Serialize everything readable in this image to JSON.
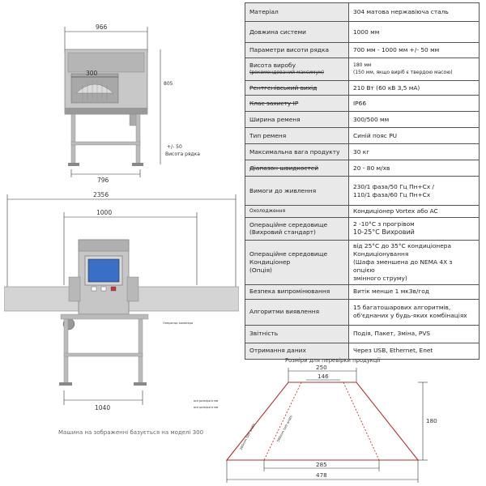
{
  "spec_rows": [
    {
      "label": "Матеріал",
      "value": "304 матова нержавіюча сталь"
    },
    {
      "label": "Довжина системи",
      "value": "1000 мм"
    },
    {
      "label": "Параметри висоти рядка",
      "value": "700 мм - 1000 мм +/- 50 мм"
    },
    {
      "label": "Висота виробу",
      "label2": "(рекомендований максимум)",
      "value": "180 мм",
      "value2": "(150 мм, якщо виріб є твердою масою)"
    },
    {
      "label": "Рентгенівський вихід",
      "value": "210 Вт (60 кВ 3,5 мА)"
    },
    {
      "label": "Клас захисту IP",
      "value": "IP66"
    },
    {
      "label": "Ширина ременя",
      "value": "300/500 мм"
    },
    {
      "label": "Тип ременя",
      "value": "Синій пояс PU"
    },
    {
      "label": "Максимальна вага продукту",
      "value": "30 кг"
    },
    {
      "label": "Діапазон швидкостей",
      "value": "20 - 80 м/хв"
    },
    {
      "label": "Вимоги до живлення",
      "value": "230/1 фаза/50 Гц Пн+Сх /",
      "value2": "110/1 фаза/60 Гц Пн+Сх"
    },
    {
      "label": "Охолодження",
      "value": "Кондиціонер Vortex або AC"
    },
    {
      "label": "Операційне середовище",
      "label2": "(Вихровий стандарт)",
      "value": "2 -10°C з прогрівом",
      "value2": "10-25°C Вихровий"
    },
    {
      "label": "Операційне середовище",
      "label2": "Кондиціонер",
      "label3": "(Опція)",
      "value": "від 25°C до 35°C кондиціонера",
      "value2": "Кондиціонування",
      "value3": "(Шафа зменшена до NEMA 4X з опцією",
      "value4": "змінного струму)"
    },
    {
      "label": "Безпека випромінювання",
      "value": "Витік менше 1 мкЗв/год"
    },
    {
      "label": "Алгоритми виявлення",
      "value": "15 багатошарових алгоритмів,",
      "value2": "об'єднаних у будь-яких комбінаціях"
    },
    {
      "label": "Звітність",
      "value": "Подія, Пакет, Зміна, PVS"
    },
    {
      "label": "Отримання даних",
      "value": "Через USB, Ethernet, Enet"
    }
  ],
  "front_view": {
    "dim_width": "966",
    "dim_opening": "300",
    "dim_height": "805",
    "dim_tolerance": "+/- 50",
    "height_label": "Висота рядка",
    "dim_base": "796"
  },
  "side_view": {
    "dim_total": "2356",
    "dim_tunnel": "1000",
    "dim_base": "1040",
    "conveyor_note": "Оператор конвеєра",
    "note_1": "все розміри в мм",
    "note_2": "все розміри в мм",
    "caption": "Машина на зображенні базується на моделі 300"
  },
  "product_dims": {
    "title": "Розміри для перевірки продукції",
    "top_outer": "250",
    "top_inner": "146",
    "height": "180",
    "bottom_inner": "285",
    "bottom_outer": "478",
    "diag_label_1": "300mm belt width",
    "diag_label_2": "500mm belt width"
  },
  "colors": {
    "machine_body": "#c8c8c8",
    "machine_dark": "#9a9a9a",
    "screen_blue": "#3a6fc8",
    "belt_red": "#b03030",
    "product_red": "#c0392b"
  }
}
